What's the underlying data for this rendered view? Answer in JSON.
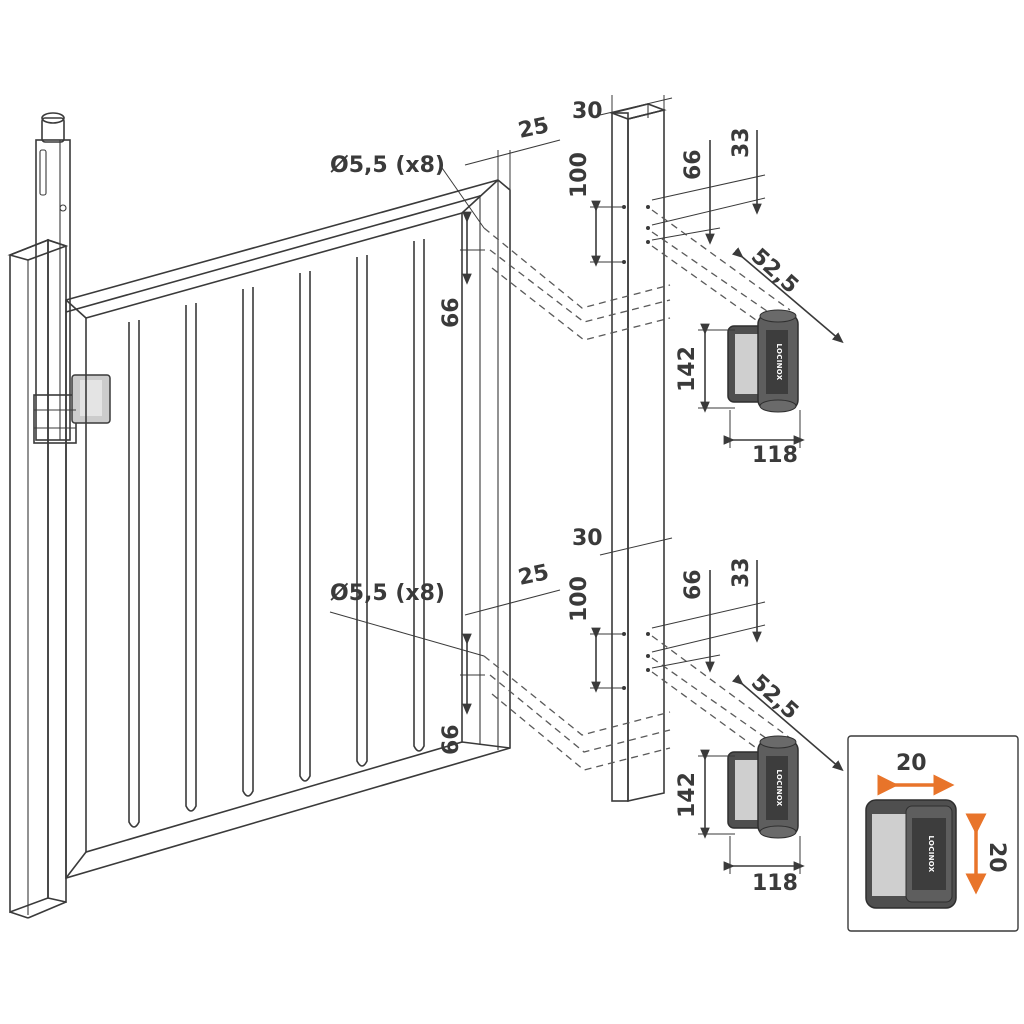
{
  "dimensions": {
    "top": {
      "hole": "Ø5,5 (x8)",
      "offset25": "25",
      "post30": "30",
      "spacing100": "100",
      "spacing66": "66",
      "top33": "33",
      "depth52": "52,5",
      "height142": "142",
      "width118": "118",
      "frame66": "66"
    },
    "bottom": {
      "hole": "Ø5,5 (x8)",
      "offset25": "25",
      "post30": "30",
      "spacing100": "100",
      "spacing66": "66",
      "top33": "33",
      "depth52": "52,5",
      "height142": "142",
      "width118": "118",
      "frame66": "66"
    },
    "inset": {
      "w": "20",
      "h": "20"
    }
  },
  "brand": "LOCINOX",
  "colors": {
    "line": "#3a3a3a",
    "hinge": "#555555",
    "arrow": "#e8742a"
  }
}
